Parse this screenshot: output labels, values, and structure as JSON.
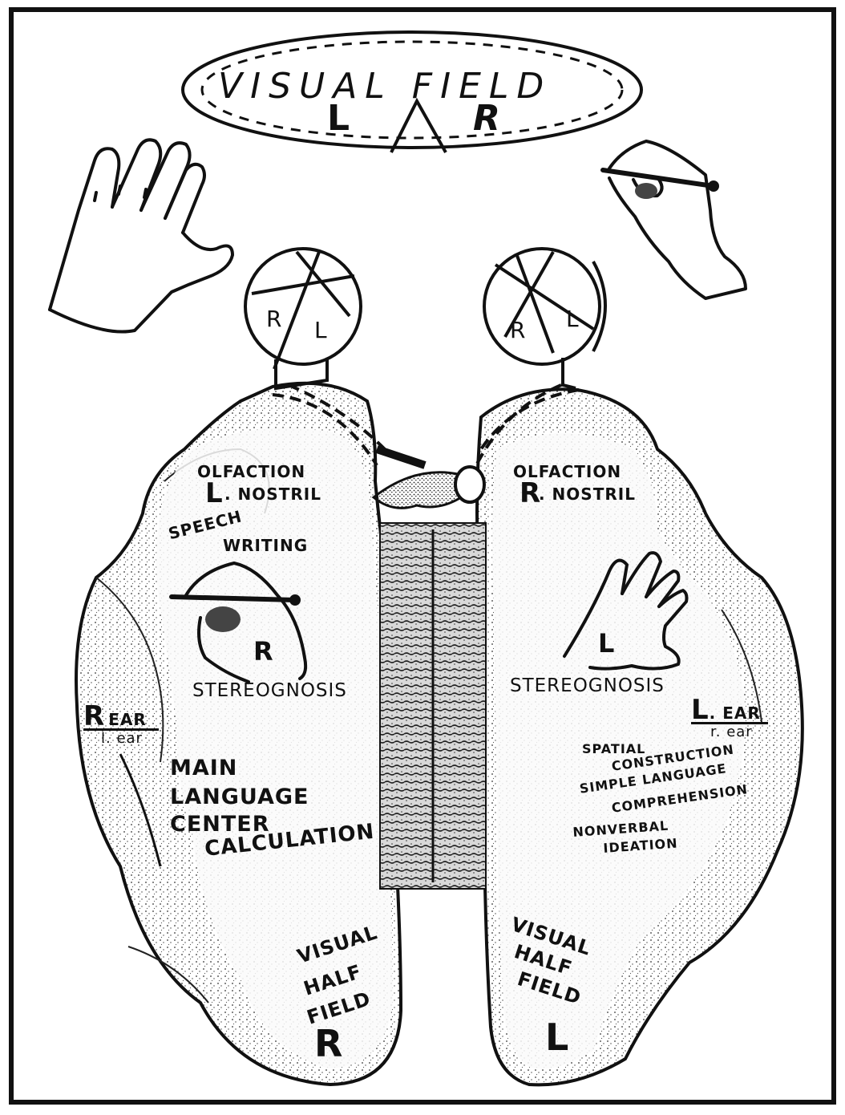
{
  "visual_field": {
    "title": "VISUAL FIELD",
    "left": "L",
    "right": "R"
  },
  "eyes": {
    "left_eye": {
      "r": "R",
      "l": "L"
    },
    "right_eye": {
      "r": "R",
      "l": "L"
    }
  },
  "left_hemisphere": {
    "olfaction": "OLFACTION",
    "nostril_letter": "L",
    "nostril": ". NOSTRIL",
    "speech": "SPEECH",
    "writing": "WRITING",
    "hand_letter": "R",
    "stereognosis": "STEREOGNOSIS",
    "ear_big": "R",
    "ear_big_text": "EAR",
    "ear_small": "l. ear",
    "main": "MAIN",
    "language": "LANGUAGE",
    "center": "CENTER",
    "calculation": "CALCULATION",
    "visual": "VISUAL",
    "half": "HALF",
    "field": "FIELD",
    "field_letter": "R"
  },
  "right_hemisphere": {
    "olfaction": "OLFACTION",
    "nostril_letter": "R",
    "nostril": ". NOSTRIL",
    "hand_letter": "L",
    "stereognosis": "STEREOGNOSIS",
    "ear_big": "L",
    "ear_big_text": ". EAR",
    "ear_small": "r. ear",
    "spatial": "SPATIAL",
    "construction": "CONSTRUCTION",
    "simple_language": "SIMPLE LANGUAGE",
    "comprehension": "COMPREHENSION",
    "nonverbal": "NONVERBAL",
    "ideation": "IDEATION",
    "visual": "VISUAL",
    "half": "HALF",
    "field": "FIELD",
    "field_letter": "L"
  }
}
